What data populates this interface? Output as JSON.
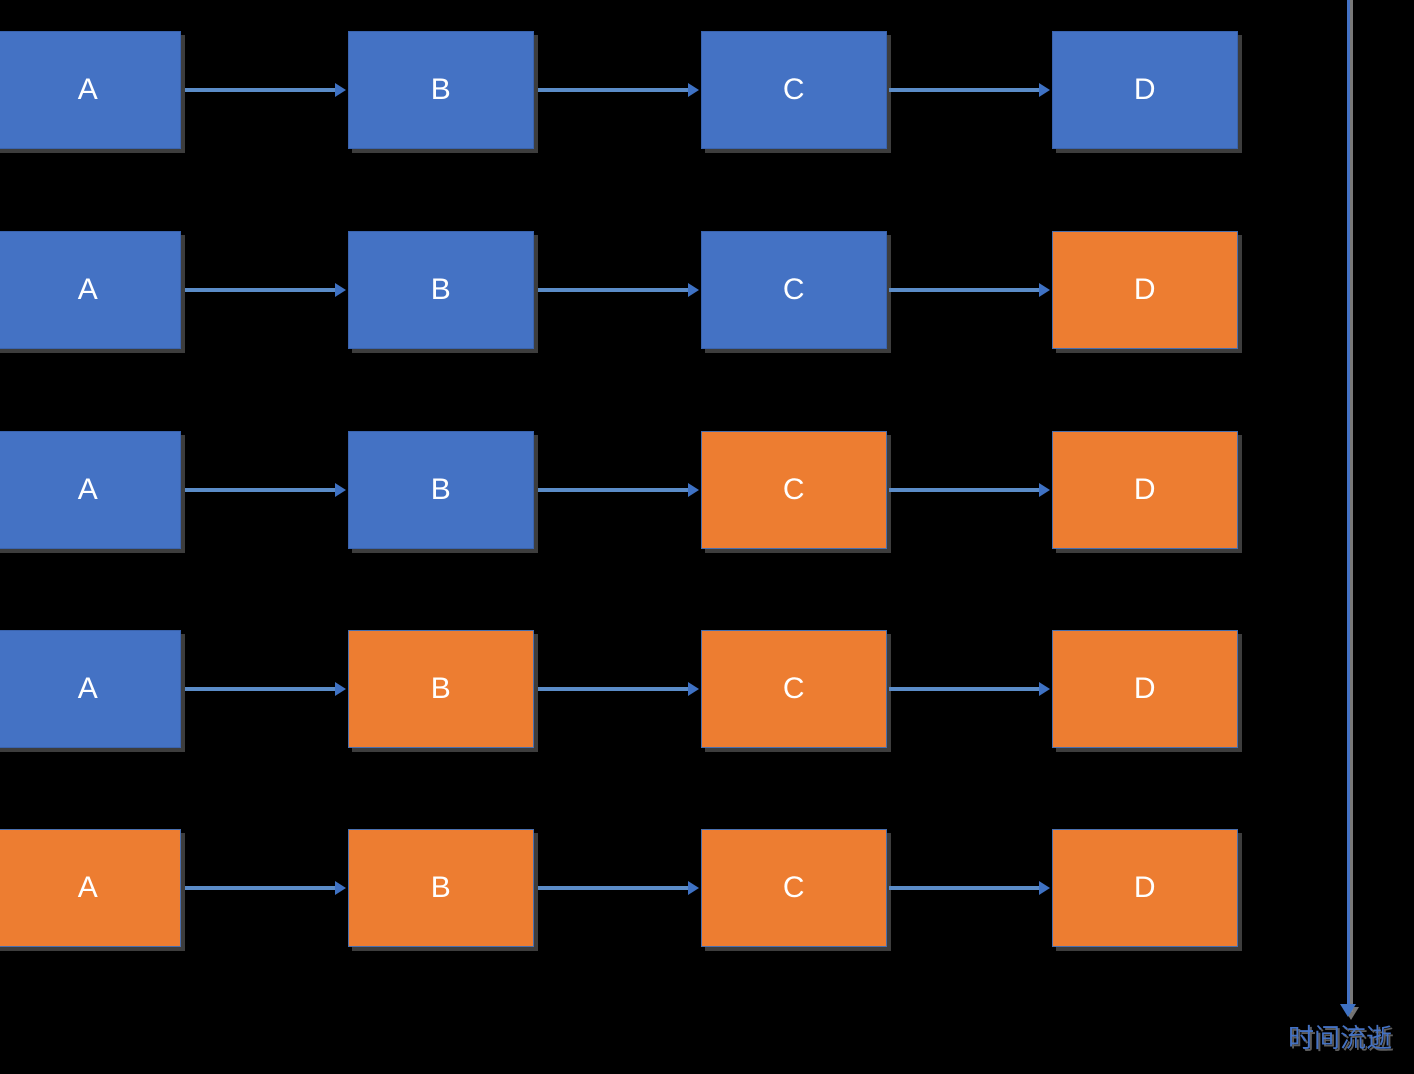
{
  "diagram": {
    "title": "",
    "background_color": "#000000",
    "colors": {
      "blue": "#4472C4",
      "orange": "#ED7D31",
      "connector": "#5B8CC8",
      "arrowhead": "#3F72C4",
      "shadow": "#404040",
      "node_text": "#FFFFFF"
    },
    "node_labels": [
      "A",
      "B",
      "C",
      "D"
    ],
    "rows": [
      {
        "index": 1,
        "nodes": [
          {
            "label": "A",
            "state": "blue"
          },
          {
            "label": "B",
            "state": "blue"
          },
          {
            "label": "C",
            "state": "blue"
          },
          {
            "label": "D",
            "state": "blue"
          }
        ]
      },
      {
        "index": 2,
        "nodes": [
          {
            "label": "A",
            "state": "blue"
          },
          {
            "label": "B",
            "state": "blue"
          },
          {
            "label": "C",
            "state": "blue"
          },
          {
            "label": "D",
            "state": "orange"
          }
        ]
      },
      {
        "index": 3,
        "nodes": [
          {
            "label": "A",
            "state": "blue"
          },
          {
            "label": "B",
            "state": "blue"
          },
          {
            "label": "C",
            "state": "orange"
          },
          {
            "label": "D",
            "state": "orange"
          }
        ]
      },
      {
        "index": 4,
        "nodes": [
          {
            "label": "A",
            "state": "blue"
          },
          {
            "label": "B",
            "state": "orange"
          },
          {
            "label": "C",
            "state": "orange"
          },
          {
            "label": "D",
            "state": "orange"
          }
        ]
      },
      {
        "index": 5,
        "nodes": [
          {
            "label": "A",
            "state": "orange"
          },
          {
            "label": "B",
            "state": "orange"
          },
          {
            "label": "C",
            "state": "orange"
          },
          {
            "label": "D",
            "state": "orange"
          }
        ]
      }
    ],
    "timeline": {
      "label": "时间流逝",
      "direction": "downward",
      "color": "#4472C4"
    }
  }
}
